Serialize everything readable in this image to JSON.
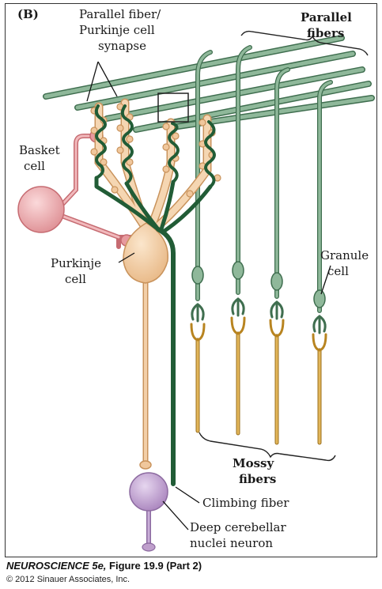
{
  "panel_label": "(B)",
  "labels": {
    "pf_synapse_1": "Parallel fiber/",
    "pf_synapse_2": "Purkinje cell",
    "pf_synapse_3": "synapse",
    "parallel_1": "Parallel",
    "parallel_2": "fibers",
    "basket_1": "Basket",
    "basket_2": "cell",
    "purkinje_1": "Purkinje",
    "purkinje_2": "cell",
    "granule_1": "Granule",
    "granule_2": "cell",
    "mossy_1": "Mossy",
    "mossy_2": "fibers",
    "climbing": "Climbing fiber",
    "deep_1": "Deep cerebellar",
    "deep_2": "nuclei neuron"
  },
  "caption": {
    "title": "NEUROSCIENCE 5e,",
    "figure": " Figure 19.9 (Part 2)",
    "copyright": "© 2012 Sinauer Associates, Inc."
  },
  "colors": {
    "parallel_fiber": "#7fa889",
    "parallel_fiber_dark": "#3f6e4f",
    "climbing_fiber": "#215c36",
    "purkinje": "#f0c79c",
    "basket": "#e79a9e",
    "deep_neuron": "#bf9fcc",
    "mossy_fiber": "#d1a040"
  }
}
